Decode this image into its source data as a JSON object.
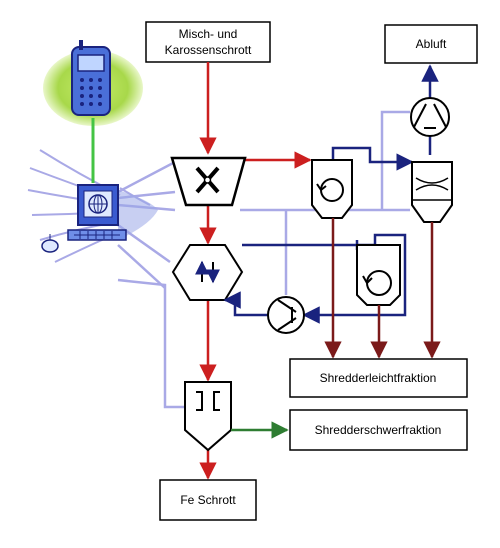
{
  "boxes": {
    "input": {
      "line1": "Misch- und",
      "line2": "Karossenschrott"
    },
    "exhaust": "Abluft",
    "light_fraction": "Shredderleichtfraktion",
    "heavy_fraction": "Shredderschwerfraktion",
    "fe_scrap": "Fe Schrott"
  },
  "colors": {
    "material_flow": "#cc1f1f",
    "air_flow": "#1a237e",
    "control_lines": "#a9a9e6",
    "light_fraction_flow": "#7b1a1a",
    "heavy_fraction_flow": "#2e7d32",
    "phone_glow": "#a8d84a",
    "phone_link": "#44c444"
  },
  "icons": [
    "mobile-phone-icon",
    "computer-icon",
    "shredder-icon",
    "separator-icon",
    "cyclone-icon",
    "fan-icon",
    "magnet-separator-icon",
    "filter-icon"
  ]
}
